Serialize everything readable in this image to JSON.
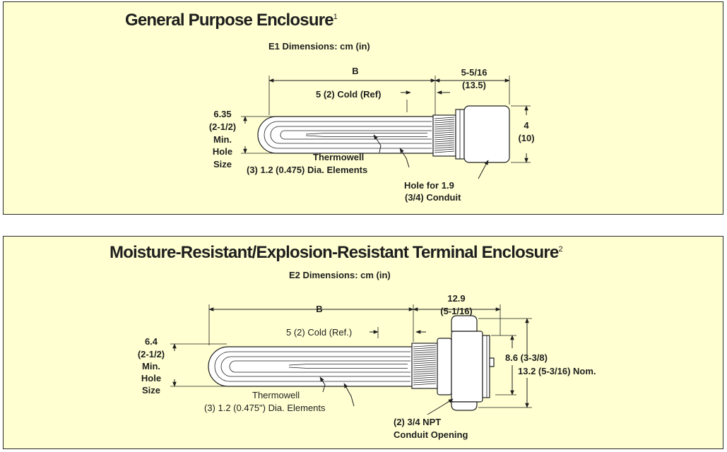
{
  "colors": {
    "panel_background": "#ffffd2",
    "line": "#1e1e1e",
    "border": "#2b2b2b"
  },
  "panel1": {
    "title": "General Purpose Enclosure",
    "title_note": "1",
    "subtitle": "E1 Dimensions: cm (in)",
    "labels": {
      "b": "B",
      "cold": "5 (2) Cold (Ref)",
      "width_cm": "5-5/16",
      "width_in": "(13.5)",
      "hole_1": "6.35",
      "hole_2": "(2-1/2)",
      "hole_3": "Min.",
      "hole_4": "Hole",
      "hole_5": "Size",
      "height_cm": "4",
      "height_in": "(10)",
      "thermowell": "Thermowell",
      "elements": "(3) 1.2 (0.475) Dia. Elements",
      "conduit_1": "Hole for 1.9",
      "conduit_2": "(3/4) Conduit"
    }
  },
  "panel2": {
    "title": "Moisture-Resistant/Explosion-Resistant Terminal Enclosure",
    "title_note": "2",
    "subtitle": "E2 Dimensions: cm (in)",
    "labels": {
      "b": "B",
      "cold": "5 (2) Cold (Ref.)",
      "width_cm": "12.9",
      "width_in": "(5-1/16)",
      "hole_1": "6.4",
      "hole_2": "(2-1/2)",
      "hole_3": "Min.",
      "hole_4": "Hole",
      "hole_5": "Size",
      "inner_height": "8.6 (3-3/8)",
      "outer_height": "13.2 (5-3/16) Nom.",
      "thermowell": "Thermowell",
      "elements": "(3) 1.2 (0.475\") Dia. Elements",
      "conduit_1": "(2) 3/4 NPT",
      "conduit_2": "Conduit Opening"
    }
  }
}
